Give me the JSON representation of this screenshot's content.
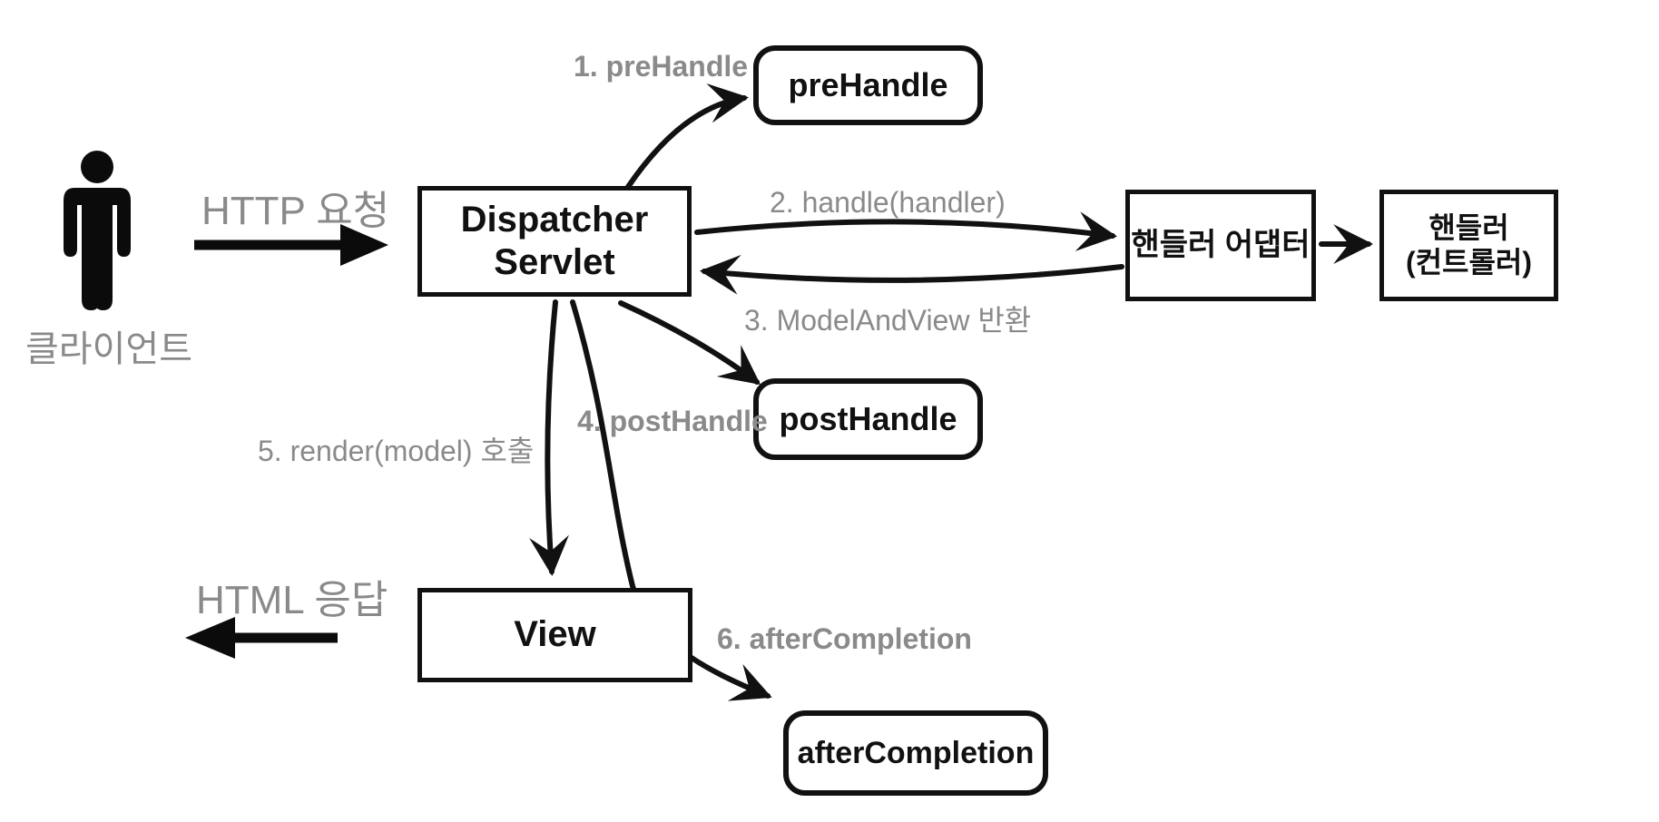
{
  "diagram": {
    "title_hint": "Spring MVC DispatcherServlet interceptor flow",
    "colors": {
      "background": "#ffffff",
      "ink": "#111111",
      "label_gray": "#8a8a8a"
    },
    "client": {
      "label": "클라이언트",
      "icon": "person-icon"
    },
    "nodes": {
      "dispatcher_servlet": {
        "line1": "Dispatcher",
        "line2": "Servlet"
      },
      "pre_handle": {
        "label": "preHandle"
      },
      "post_handle": {
        "label": "postHandle"
      },
      "after_completion": {
        "label": "afterCompletion"
      },
      "handler_adapter": {
        "label": "핸들러 어댑터"
      },
      "handler_controller": {
        "line1": "핸들러",
        "line2": "(컨트롤러)"
      },
      "view": {
        "label": "View"
      }
    },
    "edge_labels": {
      "http_request": "HTTP 요청",
      "html_response": "HTML 응답",
      "step1": "1. preHandle",
      "step2": "2. handle(handler)",
      "step3": "3. ModelAndView 반환",
      "step4": "4. postHandle",
      "step5": "5. render(model) 호출",
      "step6": "6. afterCompletion"
    }
  }
}
